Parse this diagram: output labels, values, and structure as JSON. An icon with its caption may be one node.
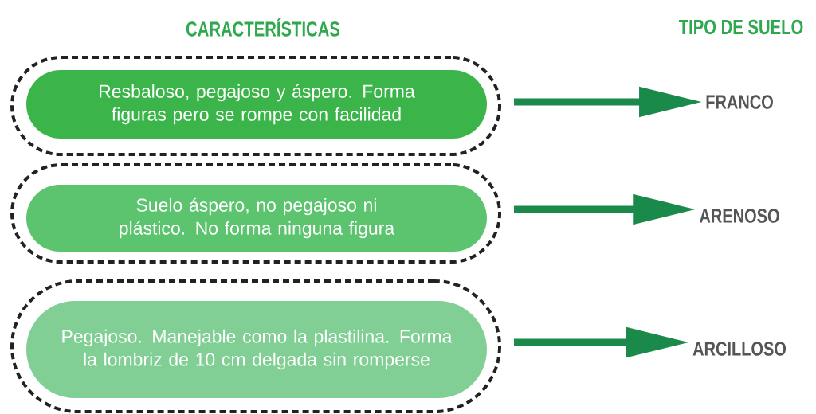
{
  "diagram": {
    "nodes": [
      {
        "text": [],
        "shape": "box"
      },
      {
        "text": [
          "Resbaloso, pegajoso y áspero. Forma figuras pero se rompe con facilidad"
        ],
        "in": 0
      },
      {
        "text": [
          "FRANCO"
        ]
      },
      {
        "text": [],
        "shape": "box"
      },
      {
        "text": [
          "Suelo áspero, no pegajoso ni plástico. No forma ninguna figura"
        ],
        "in": 3
      },
      {
        "text": [
          "ARENOSO"
        ]
      },
      {
        "text": [],
        "shape": "box"
      },
      {
        "text": [
          "Pegajoso. Manejable como la plastilina. Forma la lombriz de 10 cm delgada sin romperse"
        ],
        "in": 6
      },
      {
        "text": [
          "ARCILLOSO"
        ]
      }
    ],
    "edges": [
      {
        "from": 0,
        "to": 2,
        "arrow": "to"
      },
      {
        "from": 3,
        "to": 5,
        "arrow": "to"
      },
      {
        "from": 6,
        "to": 8,
        "arrow": "to"
      }
    ],
    "labels": [
      "CARACTERÍSTICAS",
      "TIPO DE SUELO"
    ]
  }
}
